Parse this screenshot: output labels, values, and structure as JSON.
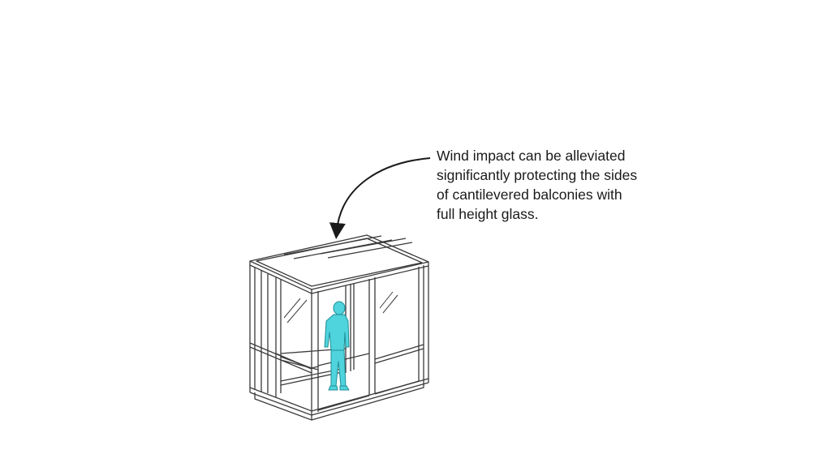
{
  "annotation": {
    "lines": [
      "Wind impact can be alleviated",
      "significantly protecting the sides",
      "of cantilevered balconies with",
      "full height glass."
    ]
  },
  "colors": {
    "line": "#3a3a3a",
    "figure_fill": "#4fd3dc",
    "figure_stroke": "#1f8f98"
  }
}
